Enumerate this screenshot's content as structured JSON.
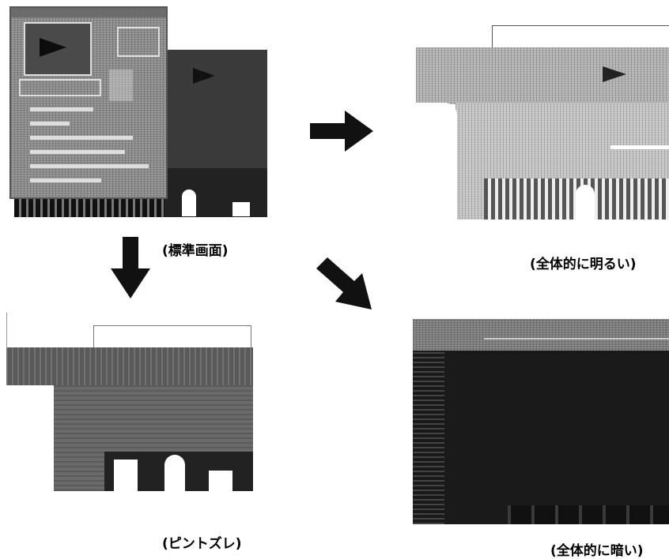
{
  "captions": {
    "standard": "(標準画面)",
    "bright": "(全体的に明るい)",
    "out_of_focus": "(ピントズレ)",
    "dark": "(全体的に暗い)"
  },
  "colors": {
    "arrow": "#111111",
    "dark_panel": "#1a1a1a",
    "mid_gray": "#8a8a8a"
  }
}
